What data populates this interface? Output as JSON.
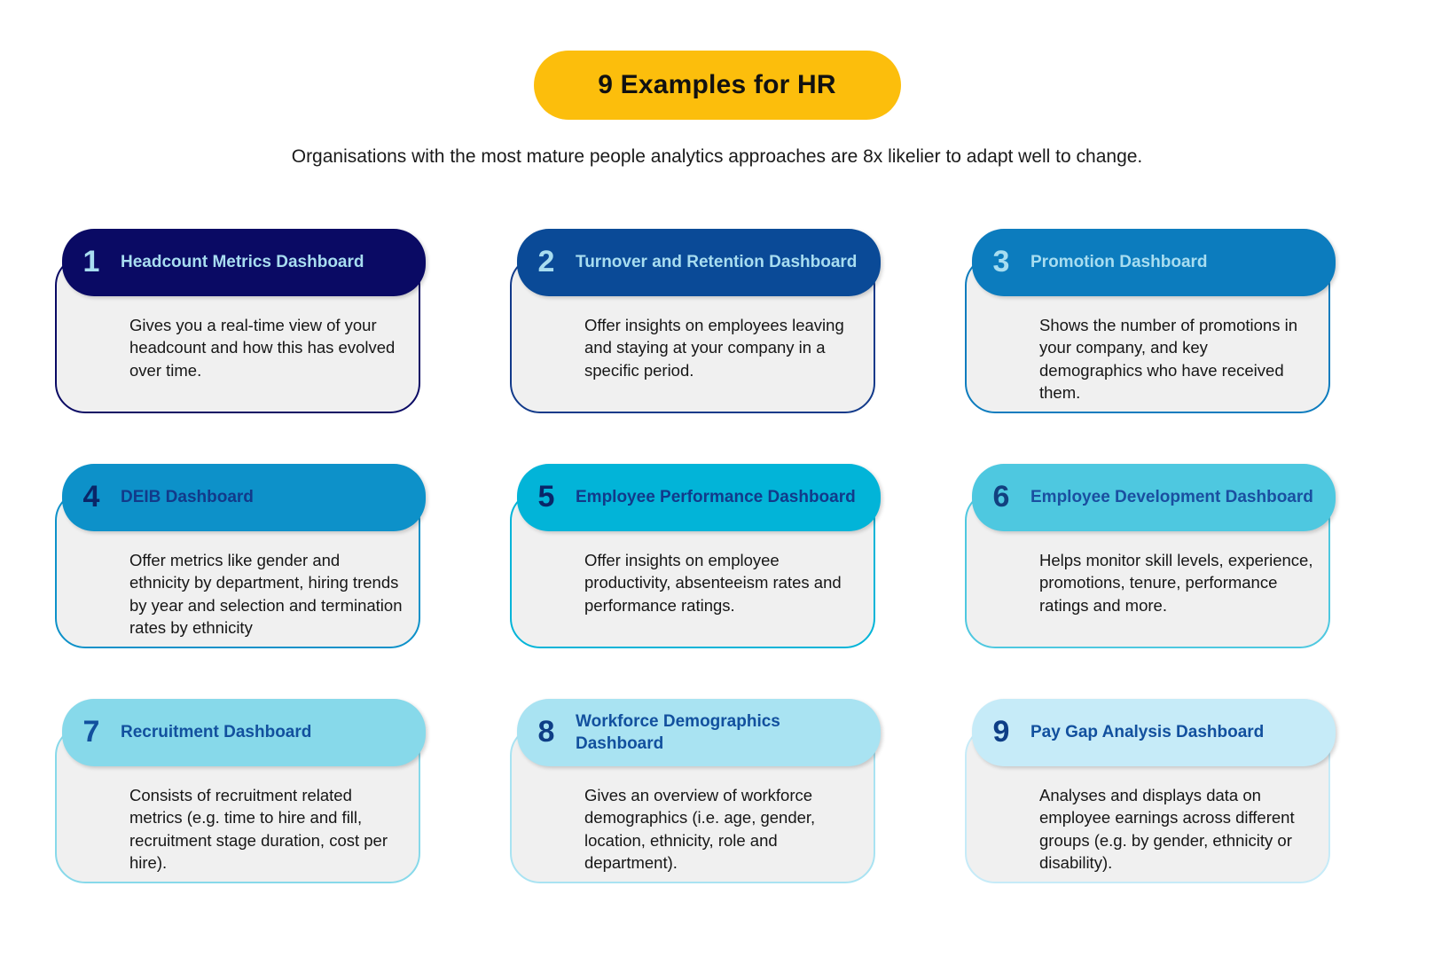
{
  "header": {
    "title": "9 Examples for HR",
    "title_pill_color": "#FCBE0C",
    "subtitle": "Organisations with the most mature people analytics approaches are 8x likelier to adapt well to change."
  },
  "cards": [
    {
      "number": "1",
      "title": "Headcount Metrics Dashboard",
      "description": "Gives you a real-time view of your headcount and how this has evolved over time.",
      "header_bg": "#0A0A64",
      "header_text": "#A8DDF0",
      "number_color": "#A8DDF0",
      "border_color": "#0A0A64",
      "body_bg": "#F0F0F0"
    },
    {
      "number": "2",
      "title": "Turnover and Retention Dashboard",
      "description": "Offer insights on employees leaving and staying at your company in a specific period.",
      "header_bg": "#0A4A97",
      "header_text": "#A8DDF0",
      "number_color": "#A8DDF0",
      "border_color": "#123A8A",
      "body_bg": "#F0F0F0"
    },
    {
      "number": "3",
      "title": "Promotion Dashboard",
      "description": "Shows the number of promotions in your company, and key demographics who have received them.",
      "header_bg": "#0C7CBE",
      "header_text": "#A8DDF0",
      "number_color": "#A8DDF0",
      "border_color": "#0C7CBE",
      "body_bg": "#F0F0F0"
    },
    {
      "number": "4",
      "title": "DEIB Dashboard",
      "description": "Offer metrics like gender and ethnicity by department, hiring trends by year and selection and termination rates by ethnicity",
      "header_bg": "#0D91C9",
      "header_text": "#123A8A",
      "number_color": "#0A2668",
      "border_color": "#0D91C9",
      "body_bg": "#F0F0F0"
    },
    {
      "number": "5",
      "title": "Employee Performance Dashboard",
      "description": "Offer insights on employee productivity, absenteeism rates and performance ratings.",
      "header_bg": "#02B4D8",
      "header_text": "#123A8A",
      "number_color": "#0A2668",
      "border_color": "#02B4D8",
      "body_bg": "#F0F0F0"
    },
    {
      "number": "6",
      "title": "Employee Development Dashboard",
      "description": "Helps monitor skill levels, experience, promotions, tenure, performance ratings and more.",
      "header_bg": "#4EC8E0",
      "header_text": "#1A4FA0",
      "number_color": "#12407F",
      "border_color": "#4EC8E0",
      "body_bg": "#F0F0F0"
    },
    {
      "number": "7",
      "title": "Recruitment Dashboard",
      "description": "Consists of recruitment related metrics (e.g. time to hire and fill, recruitment stage duration, cost per hire).",
      "header_bg": "#87D9EA",
      "header_text": "#12509E",
      "number_color": "#12509E",
      "border_color": "#87D9EA",
      "body_bg": "#F0F0F0"
    },
    {
      "number": "8",
      "title": "Workforce Demographics Dashboard",
      "description": "Gives an overview of workforce demographics (i.e. age, gender, location, ethnicity, role and department).",
      "header_bg": "#A9E3F2",
      "header_text": "#12509E",
      "number_color": "#0E3E86",
      "border_color": "#A9E3F2",
      "body_bg": "#F0F0F0"
    },
    {
      "number": "9",
      "title": "Pay Gap Analysis Dashboard",
      "description": "Analyses and displays data on employee earnings across different groups (e.g. by gender, ethnicity or disability).",
      "header_bg": "#C6EBF8",
      "header_text": "#12509E",
      "number_color": "#0E3E86",
      "border_color": "#C6EBF8",
      "body_bg": "#F0F0F0"
    }
  ]
}
